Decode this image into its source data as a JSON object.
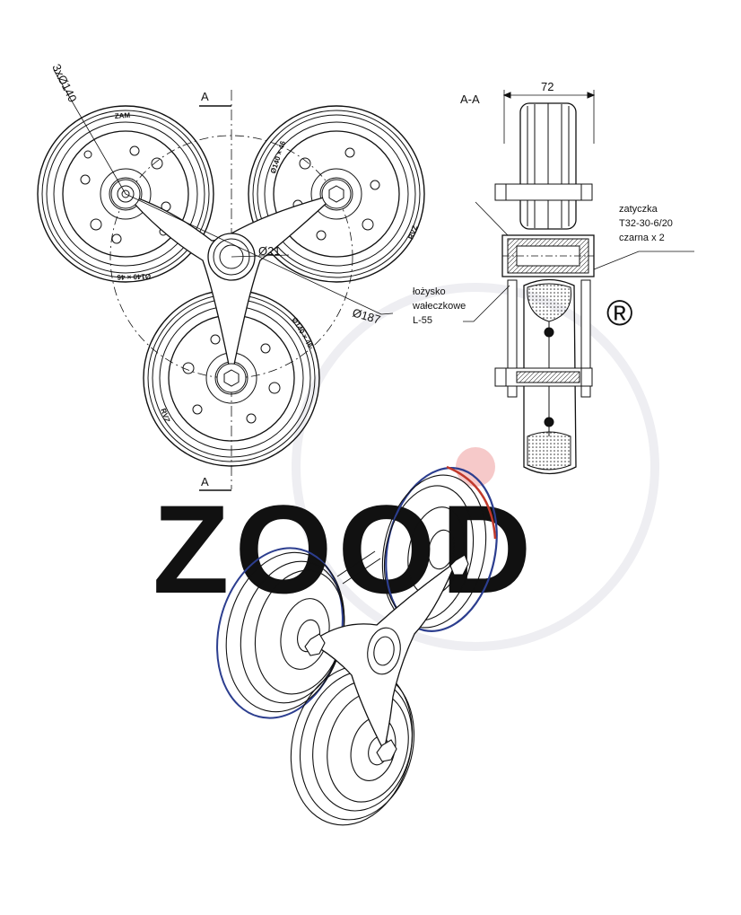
{
  "labels": {
    "section_mark_top": "A",
    "section_mark_bottom": "A",
    "section_title": "A-A",
    "dim_small_holes": "3xØ140",
    "dim_center_bore": "Ø21",
    "dim_pitch_circle": "Ø187",
    "dim_width": "72",
    "pin_label_line1": "zatyczka",
    "pin_label_line2": "T32-30-6/20",
    "pin_label_line3": "czarna x 2",
    "bearing_label_line1": "łożysko",
    "bearing_label_line2": "wałeczkowe",
    "bearing_label_line3": "L-55"
  },
  "hub_markings": {
    "wheel_a_top": "ZAM",
    "wheel_a_bottom": "Ø140 × 46",
    "wheel_b_left": "Ø140 × 46",
    "wheel_b_right": "RVZ",
    "wheel_c_right": "Ø140 × 46",
    "wheel_c_left": "RVZ"
  },
  "watermark": {
    "brand": "ZOOD",
    "registered": "®",
    "colors": {
      "grey": "#e6e6ea",
      "red": "#f6c9c9",
      "blue": "#d7dcee"
    }
  },
  "colors": {
    "line": "#111111",
    "tire_shade_red": "#c0392b",
    "tire_shade_blue": "#2c3e8f"
  }
}
